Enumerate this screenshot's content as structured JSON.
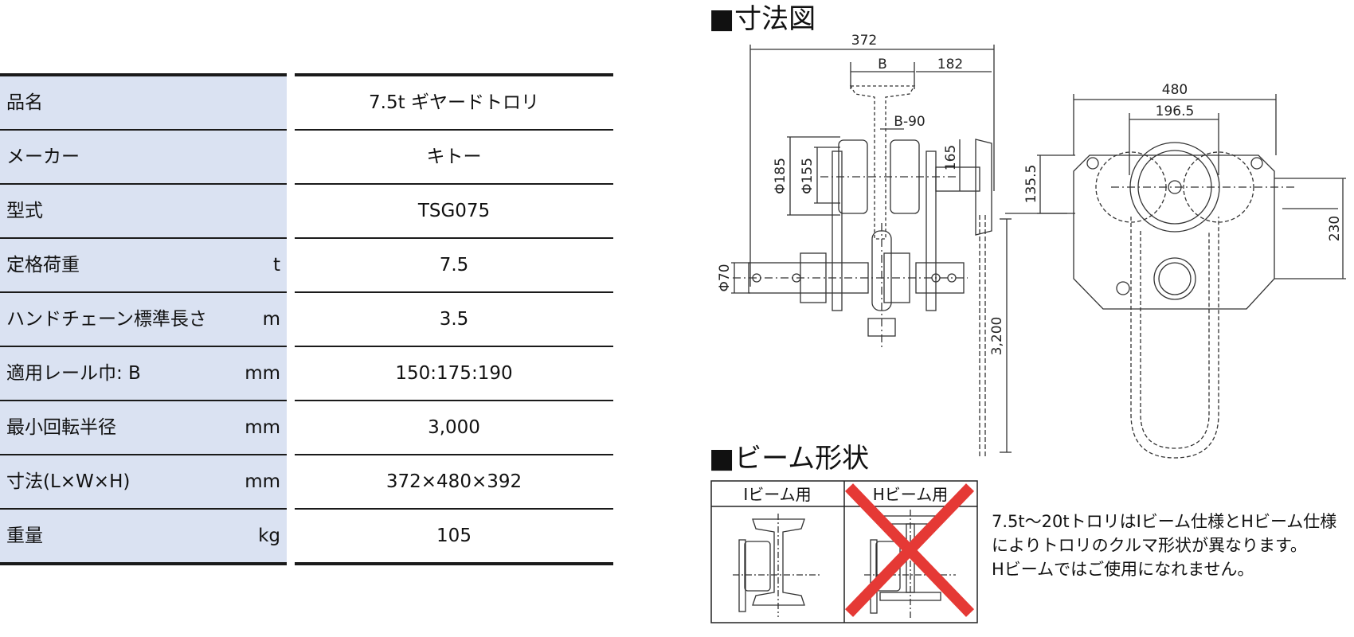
{
  "spec_table": {
    "rows": [
      {
        "label": "品名",
        "unit": "",
        "value": "7.5t ギヤードトロリ"
      },
      {
        "label": "メーカー",
        "unit": "",
        "value": "キトー"
      },
      {
        "label": "型式",
        "unit": "",
        "value": "TSG075"
      },
      {
        "label": "定格荷重",
        "unit": "t",
        "value": "7.5"
      },
      {
        "label": "ハンドチェーン標準長さ",
        "unit": "m",
        "value": "3.5"
      },
      {
        "label": "適用レール巾: B",
        "unit": "mm",
        "value": "150:175:190"
      },
      {
        "label": "最小回転半径",
        "unit": "mm",
        "value": "3,000"
      },
      {
        "label": "寸法(L×W×H)",
        "unit": "mm",
        "value": "372×480×392"
      },
      {
        "label": "重量",
        "unit": "kg",
        "value": "105"
      }
    ]
  },
  "dimension_drawing": {
    "heading": "■寸法図",
    "dims": {
      "overall_length": "372",
      "b": "B",
      "offset": "182",
      "b_minus": "B-90",
      "phi185": "Φ185",
      "phi155": "Φ155",
      "h165": "165",
      "phi70": "Φ70",
      "chain": "3,200",
      "width": "480",
      "wheel_span": "196.5",
      "h135": "135.5",
      "h230": "230"
    }
  },
  "beam_shape": {
    "heading": "■ビーム形状",
    "i_beam_label": "Iビーム用",
    "h_beam_label": "Hビーム用",
    "cross_color": "#e53935"
  },
  "note_lines": [
    "7.5t～20tトロリはIビーム仕様とHビーム仕様",
    "によりトロリのクルマ形状が異なります。",
    "Hビームではご使用になれません。"
  ]
}
